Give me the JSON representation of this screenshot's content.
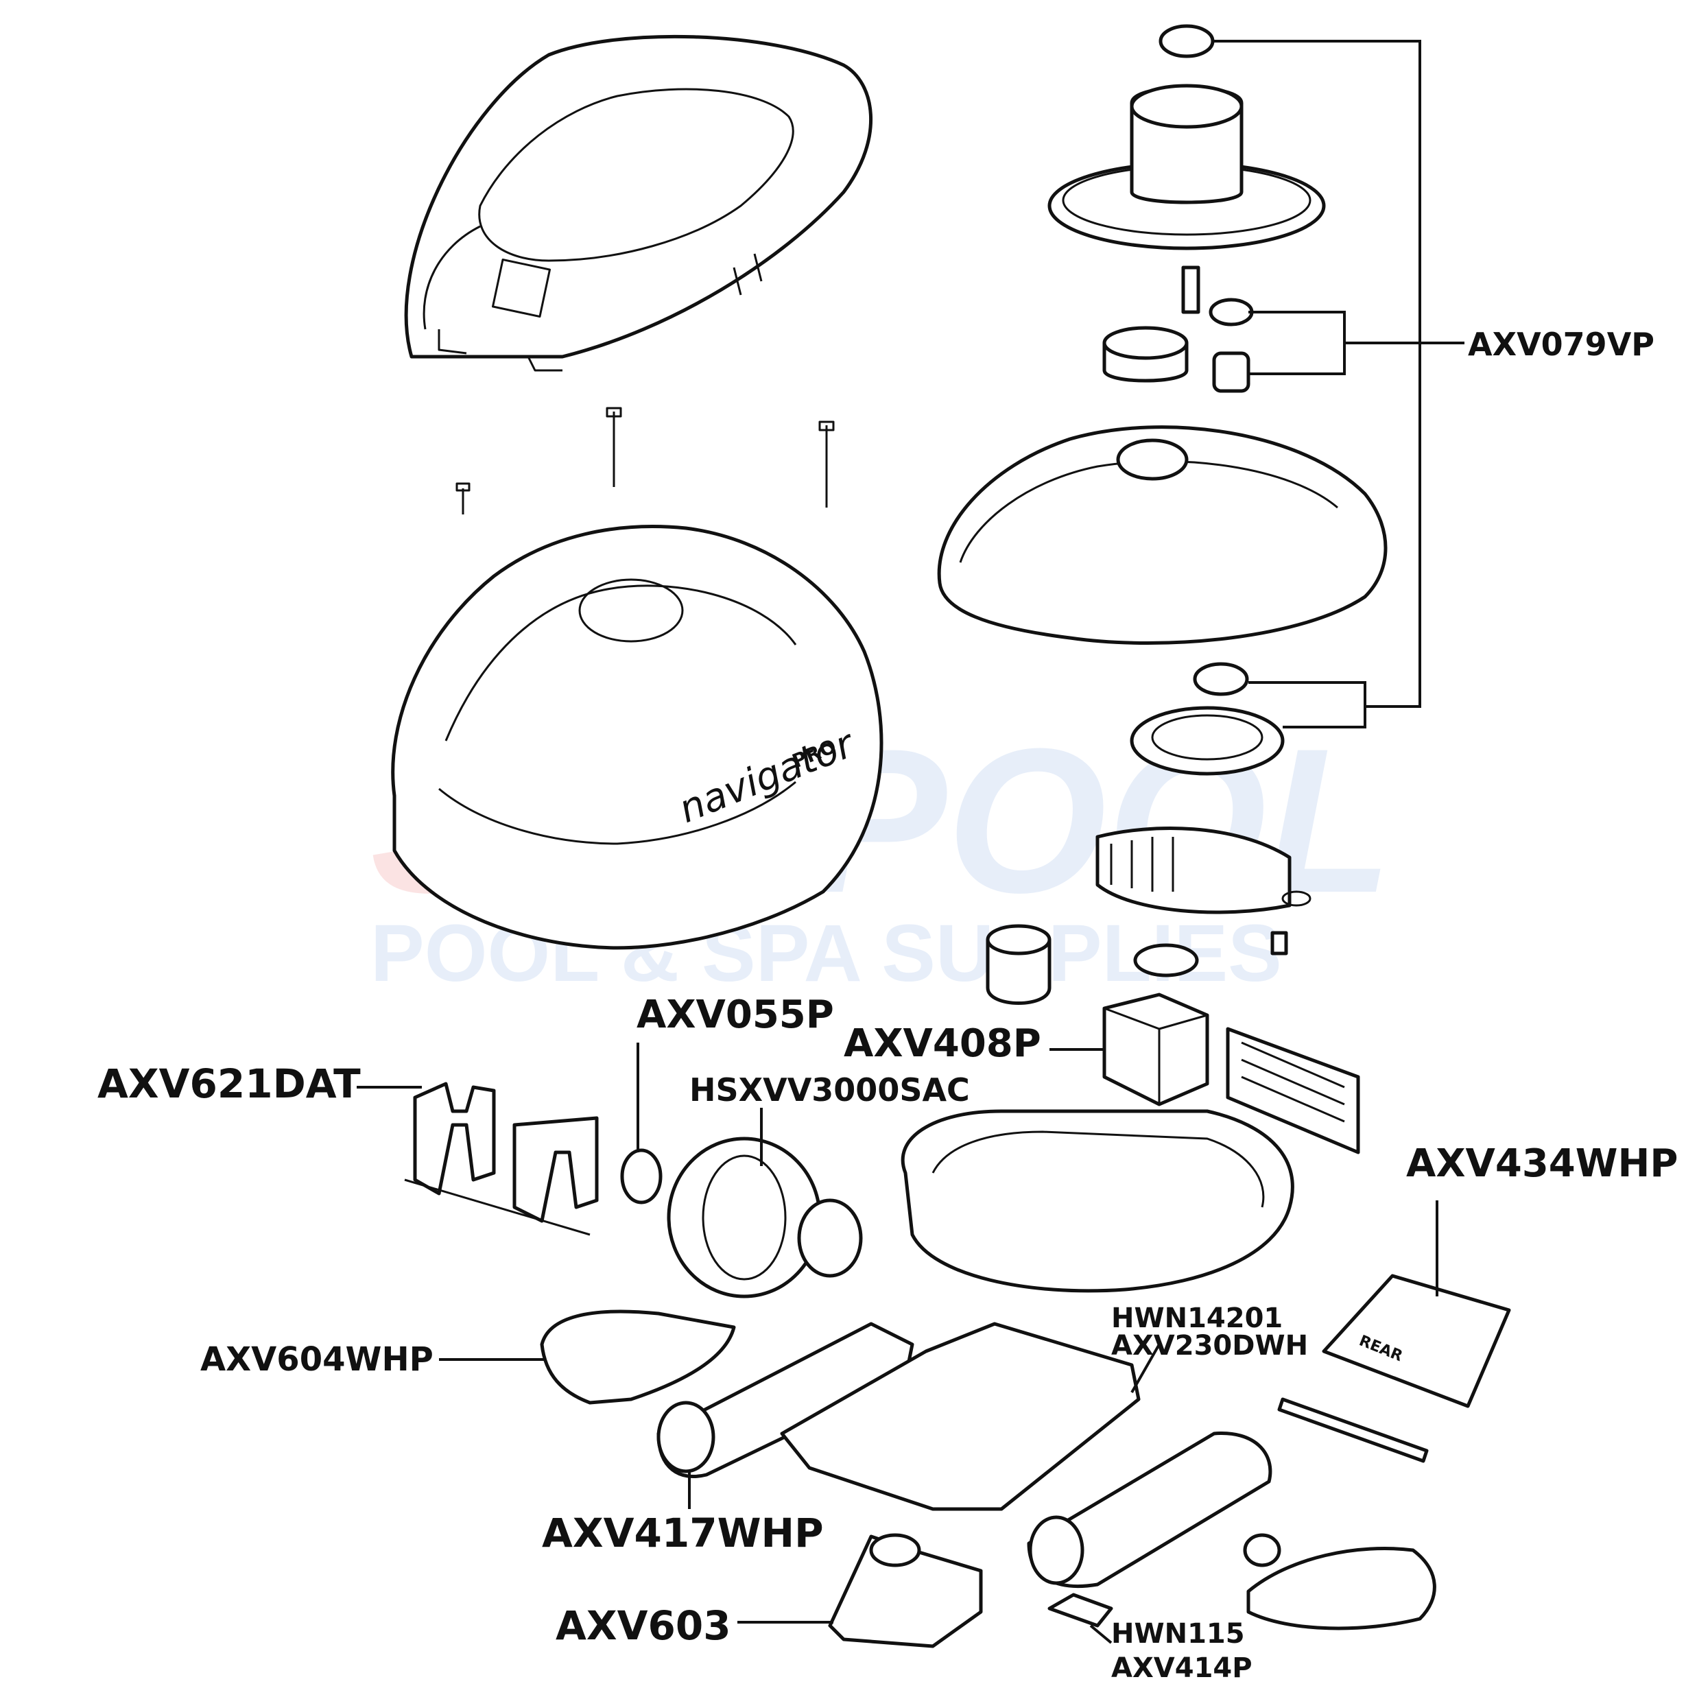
{
  "watermark": {
    "brand": "SCSPOOL",
    "brand_first": "SCS",
    "brand_second": "POOL",
    "tagline": "POOL & SPA SUPPLIES",
    "colors": {
      "first": "#fbe3e3",
      "second": "#e7eef9",
      "tagline": "#e7eef9"
    }
  },
  "logo": {
    "text": "navigator",
    "badge": "PRO"
  },
  "part_markings": {
    "rear": "REAR"
  },
  "labels": {
    "axv079vp": "AXV079VP",
    "axv055p": "AXV055P",
    "axv408p": "AXV408P",
    "axv621dat": "AXV621DAT",
    "hsxvv3000sac": "HSXVV3000SAC",
    "axv434whp": "AXV434WHP",
    "hwn14201": "HWN14201",
    "axv230dwh": "AXV230DWH",
    "axv604whp": "AXV604WHP",
    "axv417whp": "AXV417WHP",
    "axv603": "AXV603",
    "hwn115": "HWN115",
    "axv414p": "AXV414P"
  },
  "colors": {
    "line": "#111111",
    "background": "#ffffff"
  }
}
